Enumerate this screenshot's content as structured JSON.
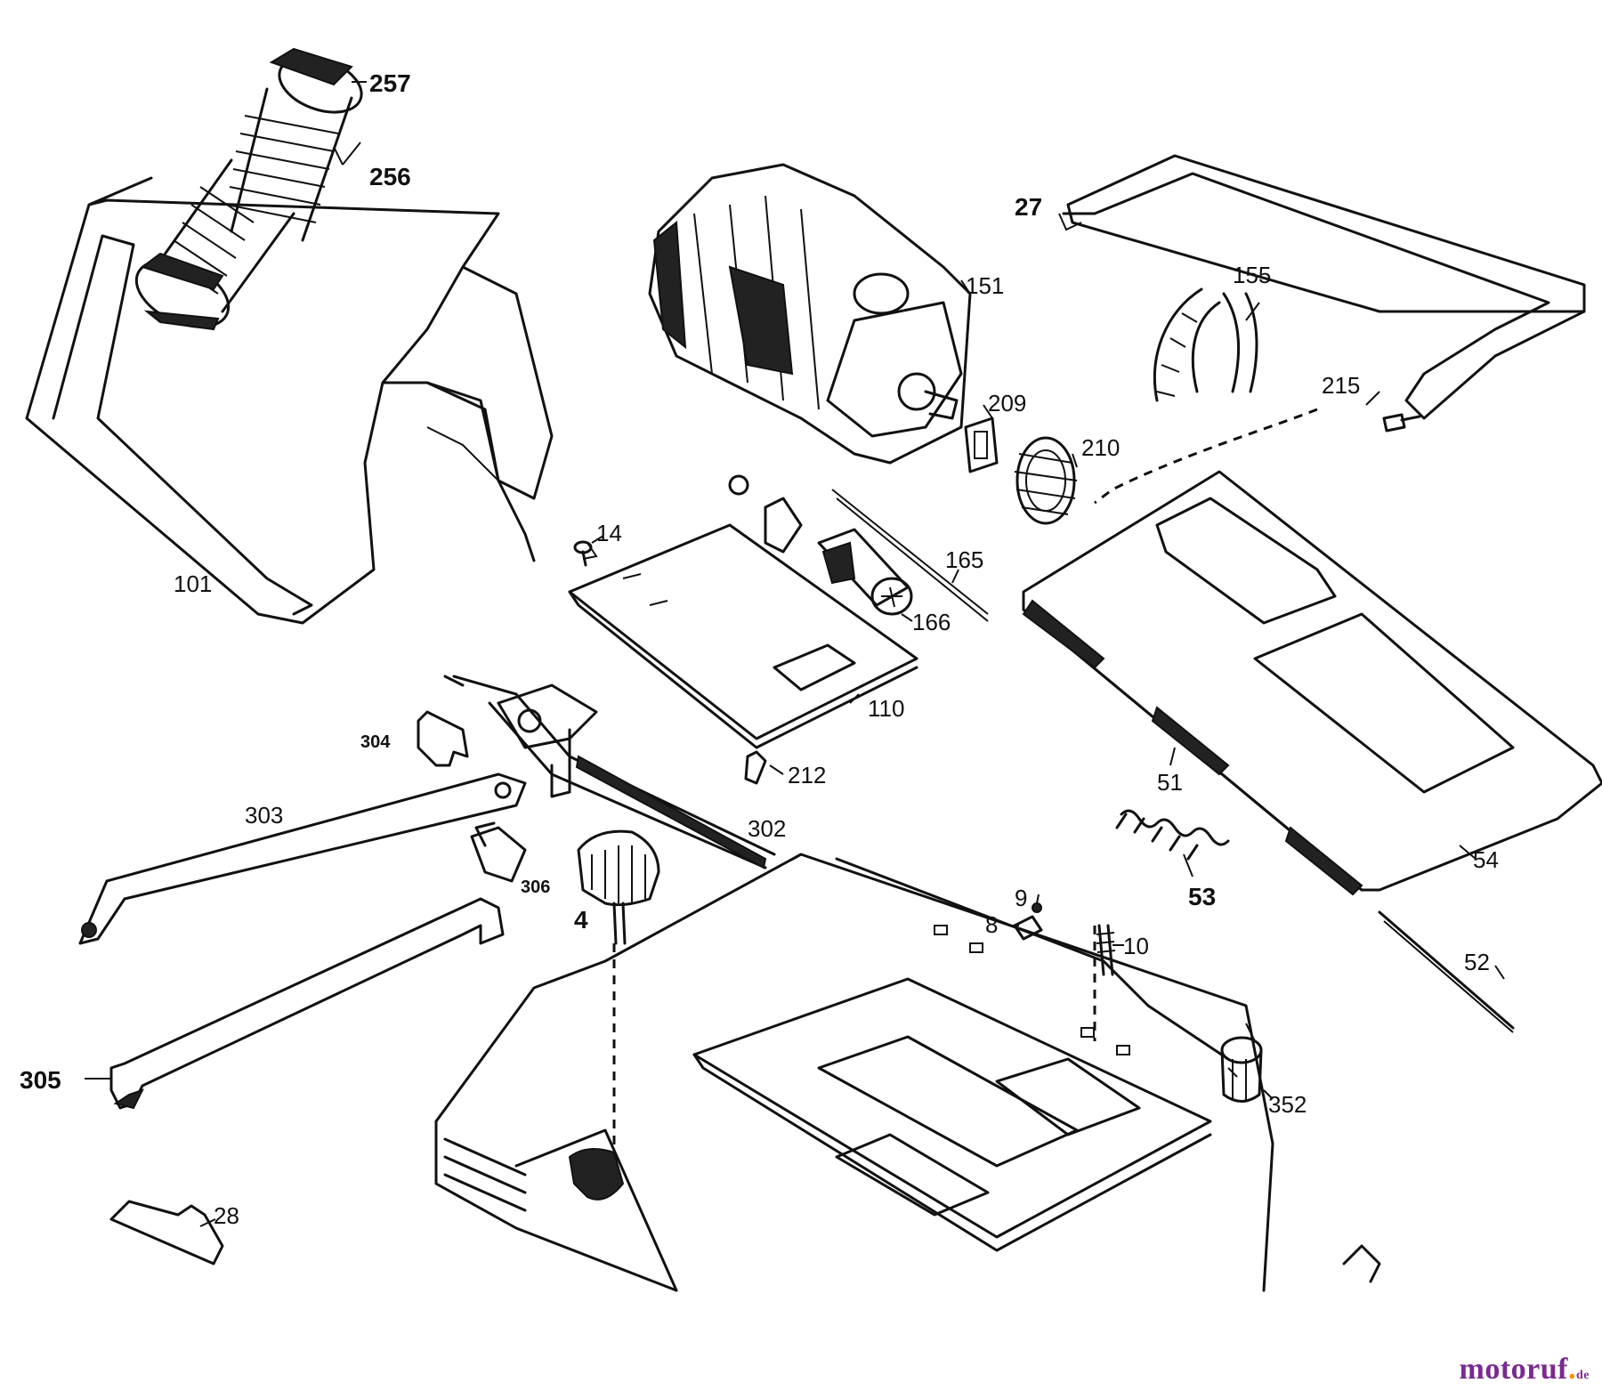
{
  "diagram": {
    "labels": {
      "p257": "257",
      "p256": "256",
      "p101": "101",
      "p151": "151",
      "p27": "27",
      "p155": "155",
      "p215": "215",
      "p209": "209",
      "p210": "210",
      "p14": "14",
      "p165": "165",
      "p166": "166",
      "p110": "110",
      "p304": "304",
      "p212": "212",
      "p303": "303",
      "p302": "302",
      "p51": "51",
      "p306": "306",
      "p4": "4",
      "p53": "53",
      "p54": "54",
      "p9": "9",
      "p8": "8",
      "p10": "10",
      "p52": "52",
      "p305": "305",
      "p352": "352",
      "p28": "28"
    }
  },
  "watermark": {
    "brand": "motoruf",
    "tld": "de"
  }
}
